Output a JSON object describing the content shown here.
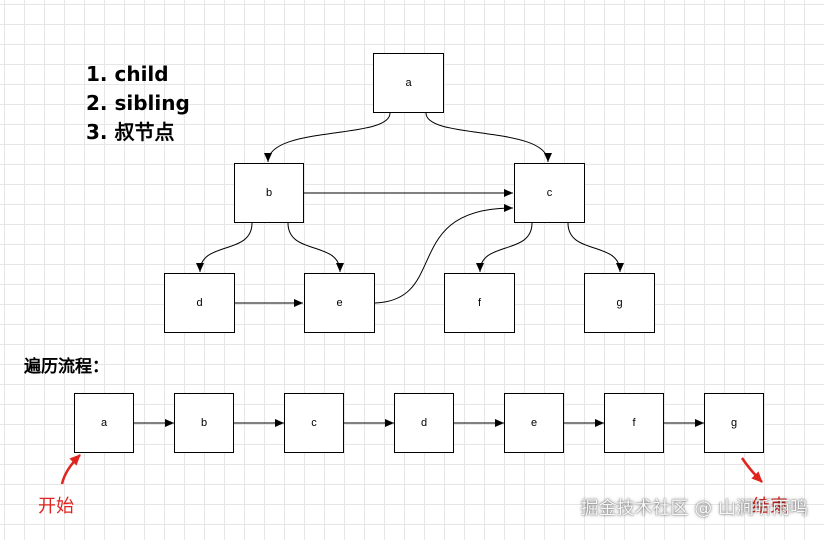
{
  "legend": {
    "items": [
      "1. child",
      "2. sibling",
      "3. 叔节点"
    ]
  },
  "tree": {
    "nodes": {
      "a": "a",
      "b": "b",
      "c": "c",
      "d": "d",
      "e": "e",
      "f": "f",
      "g": "g"
    }
  },
  "traversal": {
    "title": "遍历流程：",
    "sequence": [
      "a",
      "b",
      "c",
      "d",
      "e",
      "f",
      "g"
    ],
    "start_label": "开始",
    "end_label": "结束"
  },
  "watermark": "掘金技术社区 @ 山涧听雨鸣",
  "colors": {
    "annotation": "#e0231e",
    "line": "#000000",
    "grid": "#e6e6e6"
  }
}
